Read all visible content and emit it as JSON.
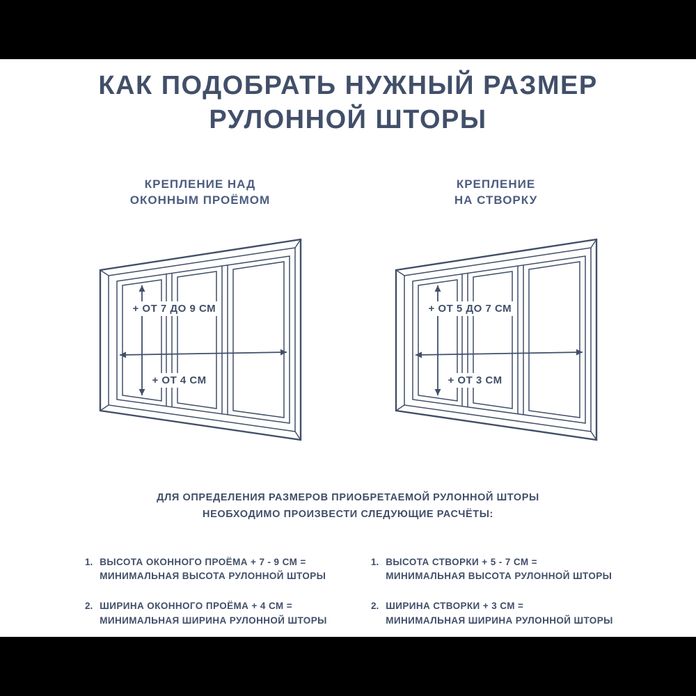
{
  "page": {
    "title_line1": "КАК ПОДОБРАТЬ НУЖНЫЙ РАЗМЕР",
    "title_line2": "РУЛОННОЙ ШТОРЫ"
  },
  "diagrams": [
    {
      "heading_line1": "КРЕПЛЕНИЕ НАД",
      "heading_line2": "ОКОННЫМ ПРОЁМОМ",
      "height_label": "+ ОТ 7 ДО 9 СМ",
      "width_label": "+ ОТ 4 СМ"
    },
    {
      "heading_line1": "КРЕПЛЕНИЕ",
      "heading_line2": "НА СТВОРКУ",
      "height_label": "+ ОТ 5 ДО 7 СМ",
      "width_label": "+ ОТ 3 СМ"
    }
  ],
  "instructions": {
    "intro_line1": "ДЛЯ ОПРЕДЕЛЕНИЯ РАЗМЕРОВ ПРИОБРЕТАЕМОЙ РУЛОННОЙ ШТОРЫ",
    "intro_line2": "НЕОБХОДИМО ПРОИЗВЕСТИ СЛЕДУЮЩИЕ РАСЧЁТЫ:",
    "left": [
      {
        "number": "1.",
        "line1": "ВЫСОТА ОКОННОГО ПРОЁМА + 7 - 9 СМ =",
        "line2": "МИНИМАЛЬНАЯ ВЫСОТА РУЛОННОЙ ШТОРЫ"
      },
      {
        "number": "2.",
        "line1": "ШИРИНА ОКОННОГО ПРОЁМА + 4 СМ =",
        "line2": "МИНИМАЛЬНАЯ ШИРИНА РУЛОННОЙ ШТОРЫ"
      }
    ],
    "right": [
      {
        "number": "1.",
        "line1": "ВЫСОТА СТВОРКИ + 5 - 7 СМ =",
        "line2": "МИНИМАЛЬНАЯ ВЫСОТА РУЛОННОЙ ШТОРЫ"
      },
      {
        "number": "2.",
        "line1": "ШИРИНА СТВОРКИ + 3 СМ =",
        "line2": "МИНИМАЛЬНАЯ ШИРИНА РУЛОННОЙ ШТОРЫ"
      }
    ]
  },
  "colors": {
    "ink": "#414f69",
    "heading": "#4d5d80",
    "panel_background": "#ffffff",
    "outer_background": "#000000"
  }
}
